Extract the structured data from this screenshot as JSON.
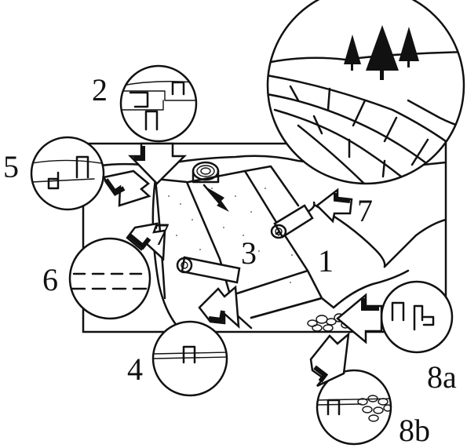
{
  "diagram": {
    "callouts": {
      "label_1": "1",
      "label_2": "2",
      "label_3": "3",
      "label_4": "4",
      "label_5": "5",
      "label_6": "6",
      "label_7a": "7",
      "label_7b": "7",
      "label_8a": "8a",
      "label_8b": "8b"
    }
  }
}
